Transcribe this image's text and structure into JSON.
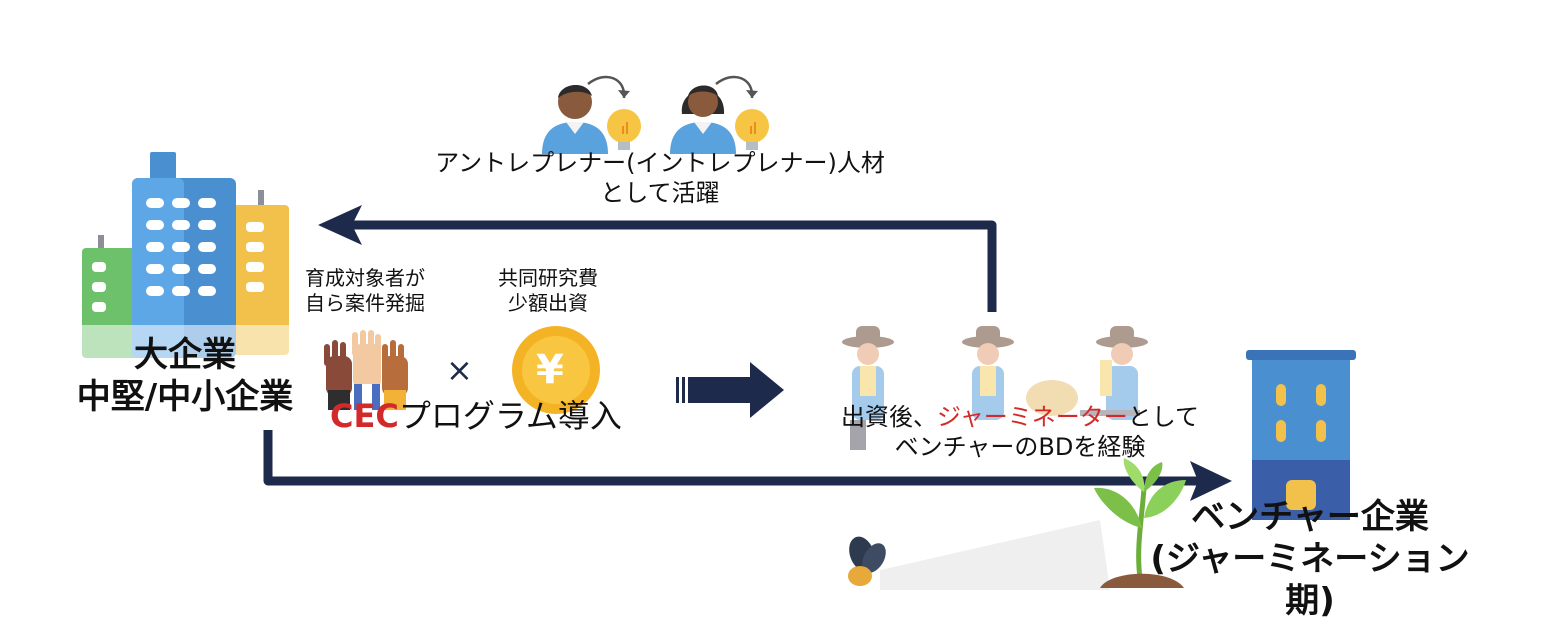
{
  "talent": {
    "line1": "アントレプレナー(イントレプレナー)人材",
    "line2": "として活躍"
  },
  "large_company": {
    "line1": "大企業",
    "line2": "中堅/中小企業"
  },
  "training": {
    "line1": "育成対象者が",
    "line2": "自ら案件発掘"
  },
  "funding": {
    "line1": "共同研究費",
    "line2": "少額出資"
  },
  "multiply_symbol": "×",
  "program": {
    "highlight": "CEC",
    "rest": "プログラム導入"
  },
  "germinator": {
    "prefix": "出資後、",
    "highlight": "ジャーミネーター",
    "suffix": "として",
    "line2": "ベンチャーのBDを経験"
  },
  "venture": {
    "line1": "ベンチャー企業",
    "line2": "(ジャーミネーション期)"
  },
  "currency_symbol": "¥",
  "colors": {
    "navy": "#1d2a4b",
    "accent_red": "#d22a2a",
    "building_blue": "#4a90d0",
    "building_green": "#6cc16a",
    "building_yellow": "#f2c14b",
    "coin_gold": "#f4b324"
  }
}
